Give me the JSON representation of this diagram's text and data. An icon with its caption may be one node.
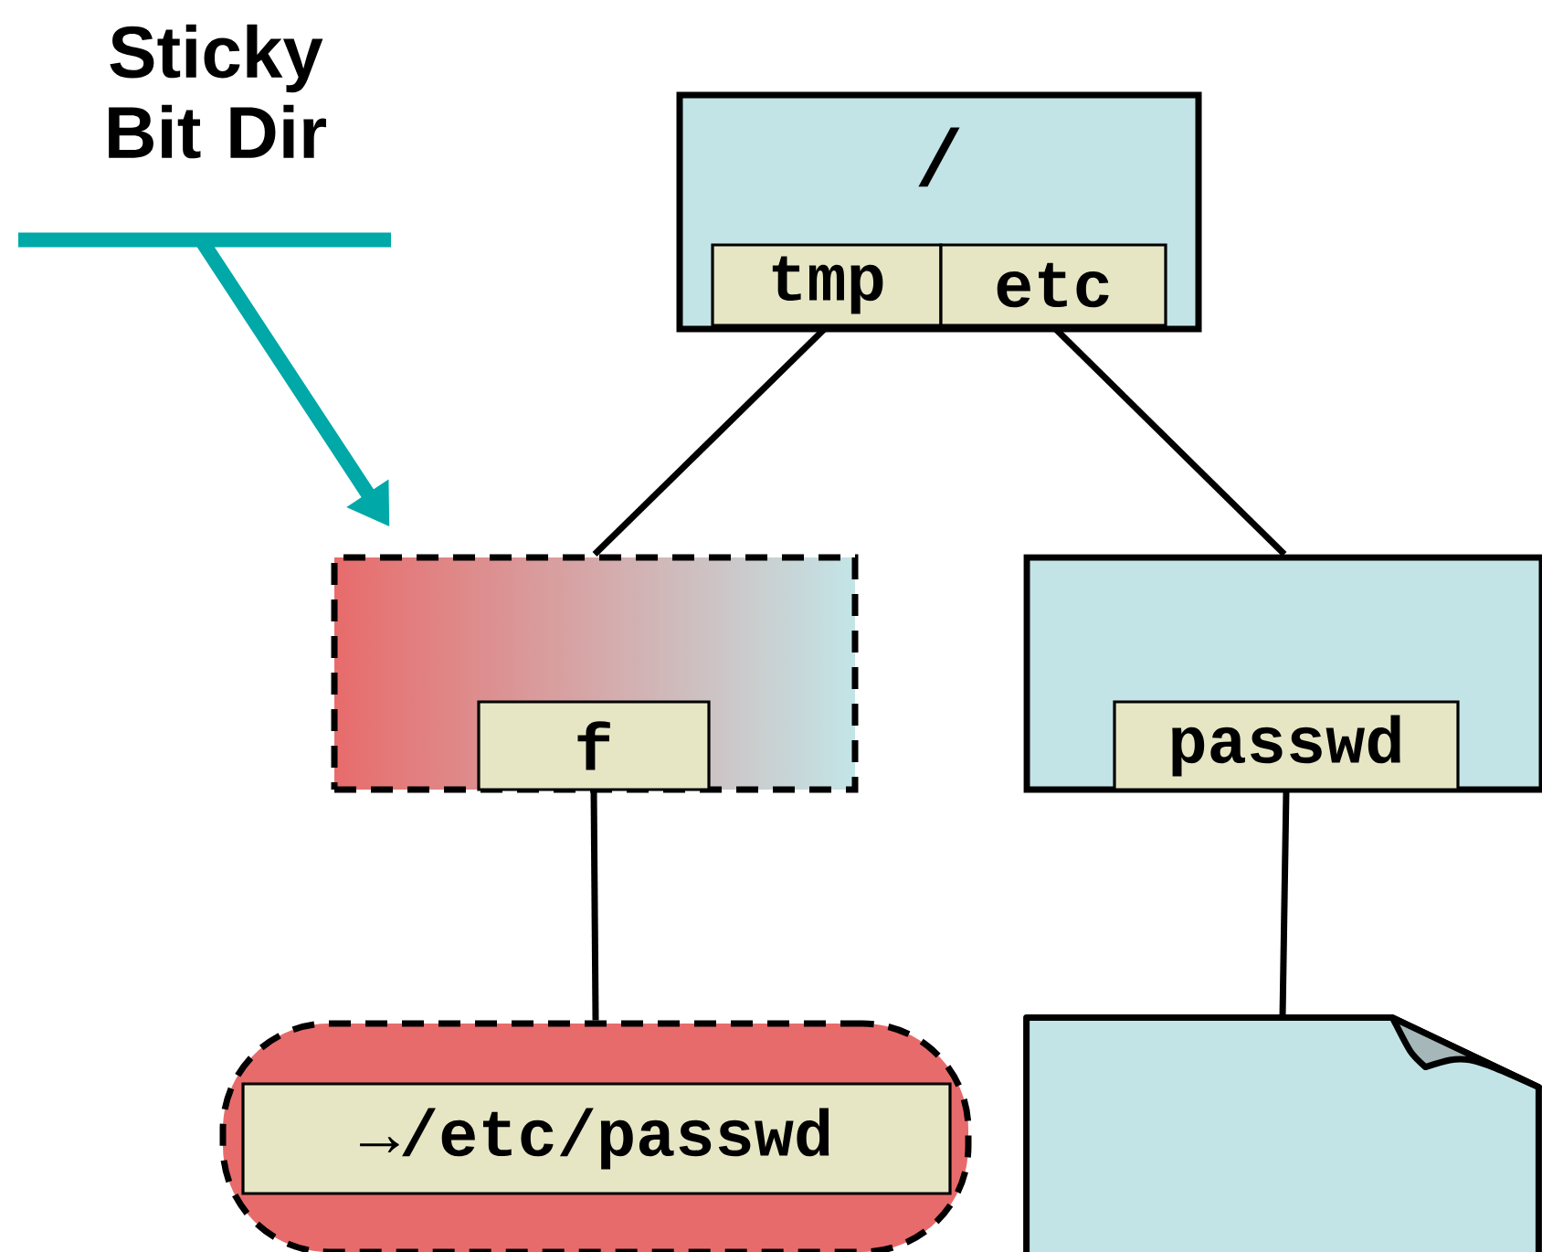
{
  "diagram": {
    "nodes": [
      {
        "text": [
          "/"
        ]
      },
      {
        "text": [
          "tmp"
        ],
        "in": 0
      },
      {
        "text": [
          "etc"
        ],
        "in": 0
      },
      {
        "text": [],
        "shape": "box"
      },
      {
        "text": [
          "f"
        ],
        "in": 3
      },
      {
        "text": [],
        "shape": "box"
      },
      {
        "text": [
          "passwd"
        ],
        "in": 5
      },
      {
        "text": [],
        "shape": "box"
      },
      {
        "text": [
          "→/etc/passwd"
        ],
        "in": 7
      },
      {
        "text": [],
        "shape": "document"
      },
      {
        "text": [
          "Sticky Bit Dir"
        ]
      }
    ],
    "edges": [
      {
        "from": 1,
        "to": 3,
        "arrow": "none"
      },
      {
        "from": 2,
        "to": 5,
        "arrow": "none"
      },
      {
        "from": 4,
        "to": 7,
        "arrow": "none"
      },
      {
        "from": 6,
        "to": 9,
        "arrow": "none"
      },
      {
        "from": 10,
        "to": 3,
        "arrow": "to",
        "style": "thick",
        "color": "#00a8a8"
      }
    ]
  }
}
